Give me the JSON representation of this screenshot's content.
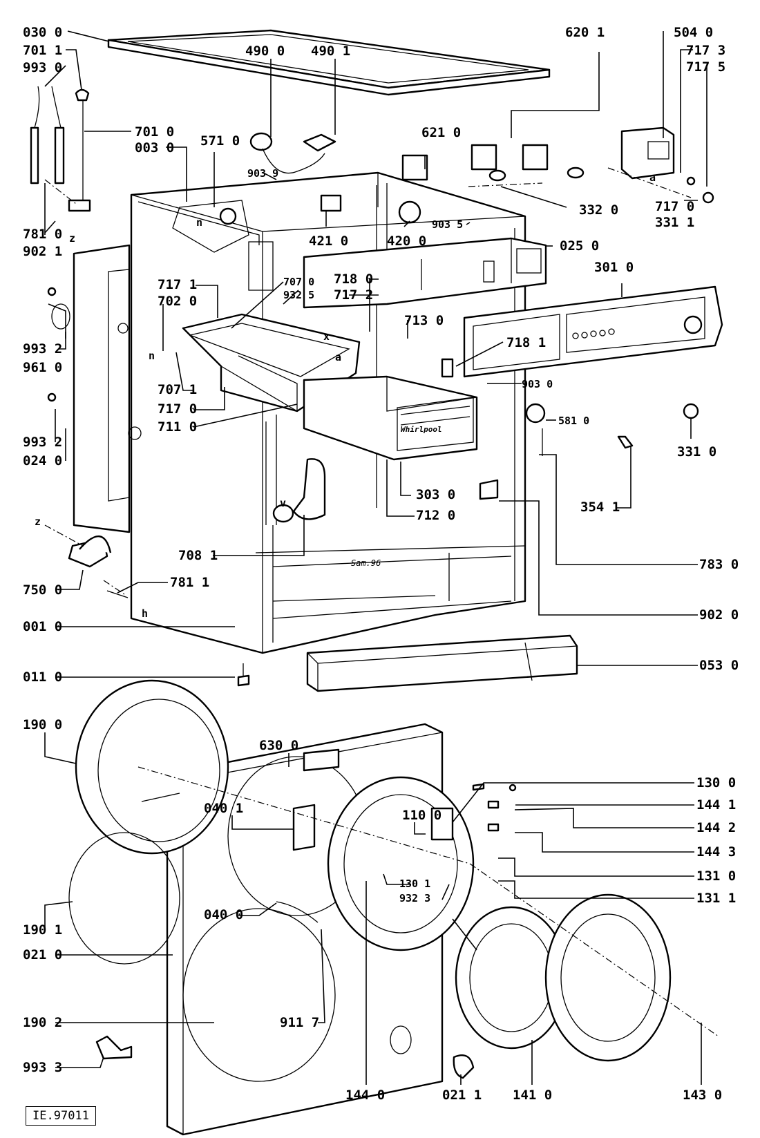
{
  "reference_code": "IE.97011",
  "brand_text": "Whirlpool",
  "stamp_text": "Sam.96",
  "letters": {
    "n": "n",
    "z": "z",
    "v": "v",
    "a": "a",
    "h": "h",
    "x": "x"
  },
  "labels": {
    "p0300": "030 0",
    "p7011": "701 1",
    "p9930": "993 0",
    "p4900": "490 0",
    "p4901": "490 1",
    "p6201": "620 1",
    "p5040": "504 0",
    "p7173": "717 3",
    "p7175": "717 5",
    "p7010": "701 0",
    "p0030": "003 0",
    "p5710": "571 0",
    "p6210": "621 0",
    "p9039": "903 9",
    "p7810": "781 0",
    "p9021": "902 1",
    "p4210": "421 0",
    "p4200": "420 0",
    "p9035": "903 5",
    "p3320": "332 0",
    "p7170b": "717 0",
    "p3311": "331 1",
    "p0250": "025 0",
    "p3010": "301 0",
    "p7171": "717 1",
    "p7070": "707 0",
    "p9325": "932 5",
    "p7020": "702 0",
    "p7180": "718 0",
    "p7172": "717 2",
    "p9932a": "993 2",
    "p9610": "961 0",
    "p7130": "713 0",
    "p7181": "718 1",
    "p7071": "707 1",
    "p7170": "717 0",
    "p7110": "711 0",
    "p9030": "903 0",
    "p5810": "581 0",
    "p9932b": "993 2",
    "p0240": "024 0",
    "p3310": "331 0",
    "p3030": "303 0",
    "p7120": "712 0",
    "p3541": "354 1",
    "p7081": "708 1",
    "p7830": "783 0",
    "p7500": "750 0",
    "p7811": "781 1",
    "p9020": "902 0",
    "p0010": "001 0",
    "p0110": "011 0",
    "p0530": "053 0",
    "p1900": "190 0",
    "p6300": "630 0",
    "p1300": "130 0",
    "p1441": "144 1",
    "p0401": "040 1",
    "p1100": "110 0",
    "p1442": "144 2",
    "p1443": "144 3",
    "p1310": "131 0",
    "p1301": "130 1",
    "p9323": "932 3",
    "p1311": "131 1",
    "p0400": "040 0",
    "p1901": "190 1",
    "p0210": "021 0",
    "p9117": "911 7",
    "p1902": "190 2",
    "p9933": "993 3",
    "p1440": "144 0",
    "p0211": "021 1",
    "p1410": "141 0",
    "p1430": "143 0"
  }
}
